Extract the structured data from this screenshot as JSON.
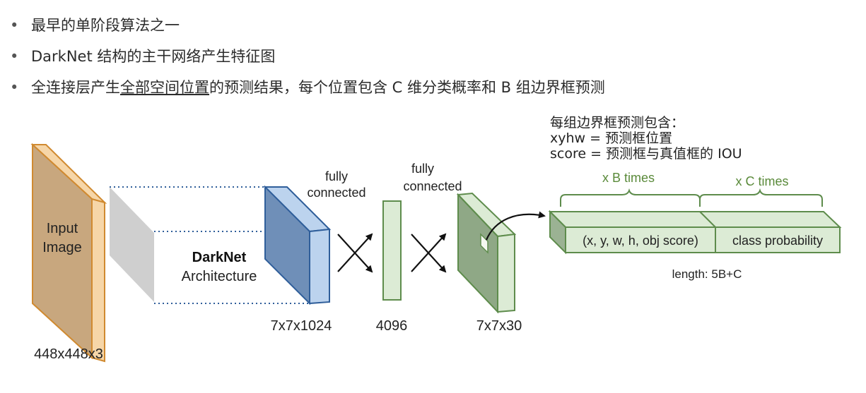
{
  "bullets": [
    {
      "pre": "最早的单阶段算法之一",
      "ul": "",
      "post": ""
    },
    {
      "pre": "DarkNet 结构的主干网络产生特征图",
      "ul": "",
      "post": ""
    },
    {
      "pre": "全连接层产生",
      "ul": "全部空间位置",
      "post": "的预测结果，每个位置包含 C 维分类概率和 B 组边界框预测"
    }
  ],
  "note": {
    "line1": "每组边界框预测包含：",
    "line2": "xyhw = 预测框位置",
    "line3": "score = 预测框与真值框的 IOU"
  },
  "diagram": {
    "input_label_1": "Input",
    "input_label_2": "Image",
    "input_dim": "448x448x3",
    "darknet_title": "DarkNet",
    "darknet_sub": "Architecture",
    "feature_dim": "7x7x1024",
    "fc1_label_1": "fully",
    "fc1_label_2": "connected",
    "fc_dim": "4096",
    "fc2_label_1": "fully",
    "fc2_label_2": "connected",
    "output_dim": "7x7x30",
    "b_times": "x B times",
    "c_times": "x C times",
    "box_text": "(x, y, w, h, obj score)",
    "class_text": "class probability",
    "length_text": "length: 5B+C"
  },
  "colors": {
    "input_fill": "#c8a77e",
    "input_edge": "#f6d6a8",
    "input_stroke": "#d08a30",
    "gray_plane": "#cfcfcf",
    "blue_fill": "#6f8fb8",
    "blue_side": "#bcd3ee",
    "blue_stroke": "#2f5e9a",
    "green_fill": "#dcebd5",
    "green_dark": "#8fa886",
    "green_stroke": "#5e8c4c",
    "green_text": "#5a8a3a"
  }
}
